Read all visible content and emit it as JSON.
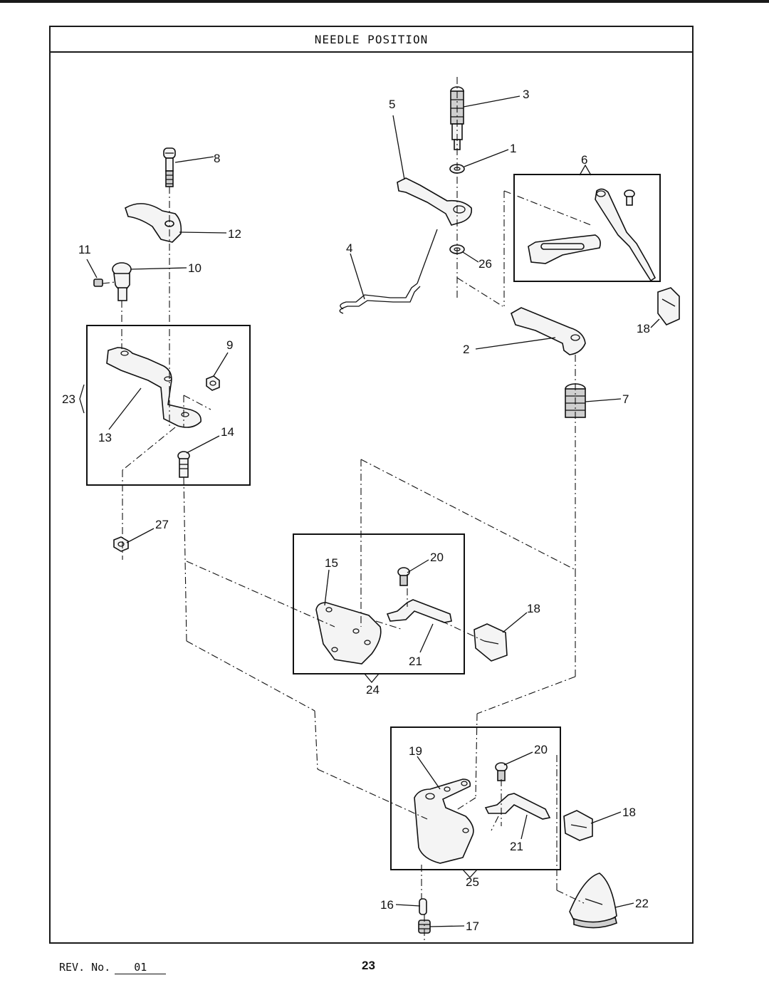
{
  "title": "NEEDLE POSITION",
  "footer": {
    "rev_label": "REV. No.",
    "rev_value": "01",
    "page_number": "23"
  },
  "callouts": {
    "c1": "1",
    "c2": "2",
    "c3": "3",
    "c4": "4",
    "c5": "5",
    "c6": "6",
    "c7": "7",
    "c8": "8",
    "c9": "9",
    "c10": "10",
    "c11": "11",
    "c12": "12",
    "c13": "13",
    "c14": "14",
    "c15": "15",
    "c16": "16",
    "c17": "17",
    "c18": "18",
    "c19": "19",
    "c20": "20",
    "c21": "21",
    "c22": "22",
    "c23": "23",
    "c24": "24",
    "c25": "25",
    "c26": "26",
    "c27": "27"
  },
  "colors": {
    "ink": "#111111",
    "paper": "#ffffff",
    "part_fill": "#f4f4f4"
  }
}
